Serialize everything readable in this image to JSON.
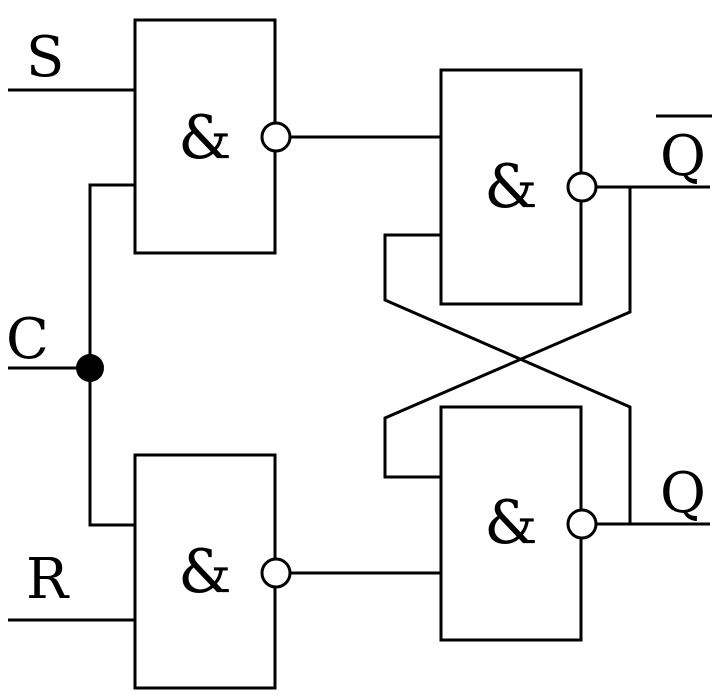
{
  "signals": {
    "s": "S",
    "c": "C",
    "r": "R",
    "q_bar": "Q",
    "q": "Q"
  },
  "gates": {
    "top_left": "&",
    "top_right": "&",
    "bottom_left": "&",
    "bottom_right": "&"
  },
  "colors": {
    "line": "#000000",
    "background": "#ffffff"
  }
}
